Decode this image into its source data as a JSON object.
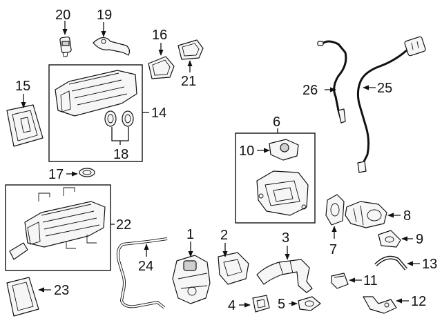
{
  "diagram": {
    "labels": {
      "p1": "1",
      "p2": "2",
      "p3": "3",
      "p4": "4",
      "p5": "5",
      "p6": "6",
      "p7": "7",
      "p8": "8",
      "p9": "9",
      "p10": "10",
      "p11": "11",
      "p12": "12",
      "p13": "13",
      "p14": "14",
      "p15": "15",
      "p16": "16",
      "p17": "17",
      "p18": "18",
      "p19": "19",
      "p20": "20",
      "p21": "21",
      "p22": "22",
      "p23": "23",
      "p24": "24",
      "p25": "25",
      "p26": "26"
    },
    "colors": {
      "line": "#111111",
      "part_fill": "#f6f6f6",
      "background": "#ffffff"
    }
  }
}
